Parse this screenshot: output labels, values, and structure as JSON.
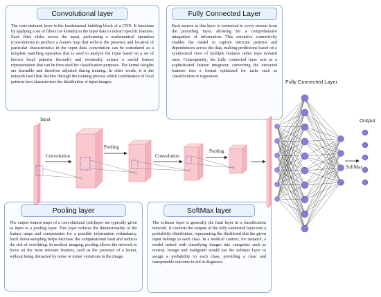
{
  "conv_box": {
    "title": "Convolutional layer",
    "text": "The convolutional layer is the fundamental building block of a CNN. It functions by applying a set of filters (or kernels) to the input data to extract specific features. Each filter slides across the input, performing a mathematical operation (convolution) to produce a feature map that reflects the presence and location of particular characteristics in the input data. convolution can be considered as a template matching operation that is used to analyze the input based on a set of known local patterns (kernels) and eventually extract a useful feature representation that can be then used for classification purposes. The kernel weights are learnable and therefore adjusted during training. In other words, it is the network itself that decides through the training process which combination of local patterns best characterizes the distribution of input images."
  },
  "fc_box": {
    "title": "Fully Connected Layer",
    "text": "Each neuron in this layer is connected to every neuron from the preceding layer, allowing for a comprehensive integration of information. This extensive connectivity enables the model to capture intricate patterns and dependencies across the data, making predictions based on a synthesized view of multiple features rather than isolated ones. Consequently, the fully connected layer acts as a sophisticated feature integrator, converting the extracted features into a format optimized for tasks such as classification or regression."
  },
  "pool_box": {
    "title": "Pooling layer",
    "text": "The output feature maps of a convolutional (sub)layer are typically given as input to a pooling layer. This layer reduces the dimensionality of the feature maps and compensates for a possible information redundancy. Such down-sampling helps decrease the computational load and reduces the risk of overfitting. In medical imaging, pooling allows the network to focus on the most relevant features, such as the presence of a lesion, without being distracted by noise or minor variations in the image."
  },
  "softmax_box": {
    "title": "SoftMax layer",
    "text": "The softmax layer is generally the final layer in a classification network. It converts the outputs of the fully connected layer into a probability distribution, representing the likelihood that the given input belongs to each class. In a medical context, for instance, a model tasked with classifying images into categories such as normal, benign and malignant would use the softmax layer to assign a probability to each class, providing a clear and interpretable outcome to aid in diagnosis."
  },
  "diagram": {
    "input_label": "Input",
    "convolution_label_1": "Convolution",
    "pooling_label_1": "Pooling",
    "convolution_label_2": "Convolution",
    "pooling_label_2": "Pooling",
    "fc_label": "Fully Connected Layer",
    "softmax_label": "SoftMax",
    "output_label": "Output"
  },
  "colors": {
    "feature_map_fill": "#f9c9cf",
    "feature_map_edge": "#e89aa4",
    "neuron_fill": "#8a7bd1",
    "neuron_edge": "#5d4fb0",
    "box_border": "#8eaad6"
  }
}
